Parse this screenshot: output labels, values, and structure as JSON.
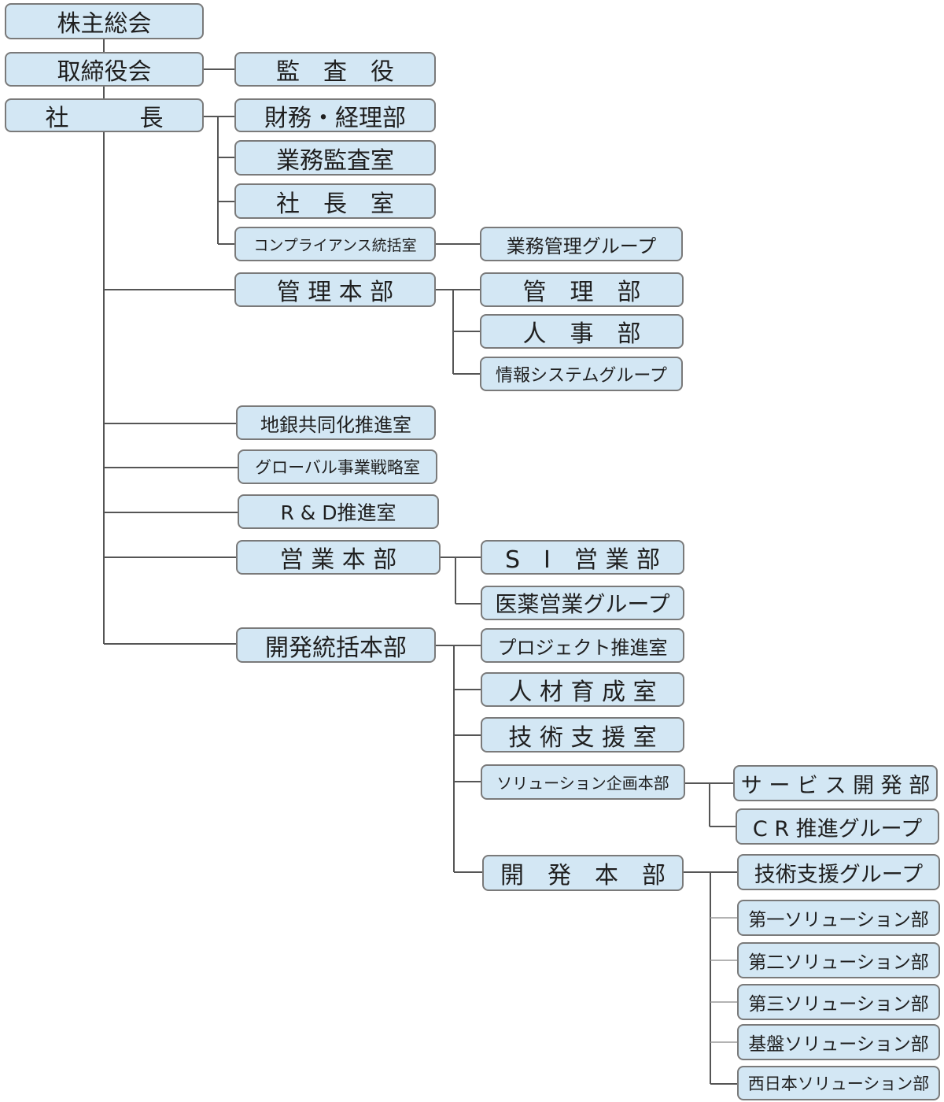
{
  "org": {
    "shareholders": "株主総会",
    "board": "取締役会",
    "auditor": "監　査　役",
    "president": "社　　　長",
    "finance": "財務・経理部",
    "audit_office": "業務監査室",
    "president_office": "社　長　室",
    "compliance": "コンプライアンス統括室",
    "business_mgmt_group": "業務管理グループ",
    "admin_hq": "管 理 本 部",
    "admin_dept": "管　理　部",
    "hr_dept": "人　事　部",
    "info_sys_group": "情報システムグループ",
    "regional_bank": "地銀共同化推進室",
    "global_strategy": "グローバル事業戦略室",
    "rnd": "R & D推進室",
    "sales_hq": "営 業 本 部",
    "si_sales": "S　I　営 業 部",
    "pharma_sales": "医薬営業グループ",
    "dev_hq": "開発統括本部",
    "project_office": "プロジェクト推進室",
    "training_office": "人 材 育 成 室",
    "tech_support_office": "技 術 支 援 室",
    "solution_planning": "ソリューション企画本部",
    "service_dev": "サ ー ビ ス 開 発 部",
    "cr_group": "C R 推進グループ",
    "dev_dept_hq": "開　発　本　部",
    "tech_support_group": "技術支援グループ",
    "solution_1": "第一ソリューション部",
    "solution_2": "第二ソリューション部",
    "solution_3": "第三ソリューション部",
    "solution_base": "基盤ソリューション部",
    "solution_west": "西日本ソリューション部"
  }
}
